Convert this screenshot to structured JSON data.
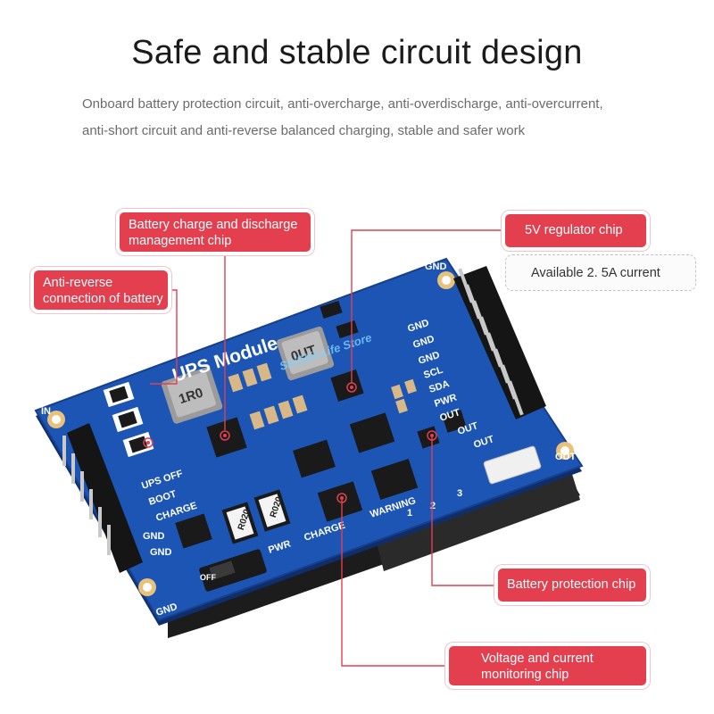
{
  "header": {
    "title": "Safe and stable circuit design",
    "description_line1": "Onboard battery protection circuit, anti-overcharge, anti-overdischarge, anti-overcurrent,",
    "description_line2": "anti-short circuit and anti-reverse balanced charging, stable and safer work"
  },
  "callouts": {
    "charge_mgmt_line1": "Battery charge and discharge",
    "charge_mgmt_line2": "management chip",
    "reverse_line1": "Anti-reverse",
    "reverse_line2": "connection of battery",
    "regulator": "5V regulator chip",
    "current": "Available 2. 5A current",
    "protection": "Battery protection chip",
    "monitor_line1": "Voltage and current",
    "monitor_line2": "monitoring chip"
  },
  "board": {
    "name": "UPS Module",
    "watermark": "ShiSkit Life Store",
    "inductor_left": "1R0",
    "inductor_right": "0UT",
    "resistor_1": "R020",
    "resistor_2": "R020",
    "pins_right": [
      "GND",
      "GND",
      "GND",
      "SCL",
      "SDA",
      "PWR",
      "OUT",
      "OUT",
      "OUT"
    ],
    "led_labels": [
      "UPS OFF",
      "BOOT",
      "CHARGE",
      "PWR",
      "CHARGE",
      "WARNING"
    ],
    "edge_labels": [
      "IN",
      "GND",
      "GND",
      "GND",
      "OUT",
      "OFF",
      "GND"
    ],
    "numbers": [
      "1",
      "2",
      "3"
    ]
  },
  "colors": {
    "accent": "#e43f4e",
    "pcb": "#1d55b5",
    "pcb_dark": "#143f8e",
    "leader": "#e0404f"
  }
}
